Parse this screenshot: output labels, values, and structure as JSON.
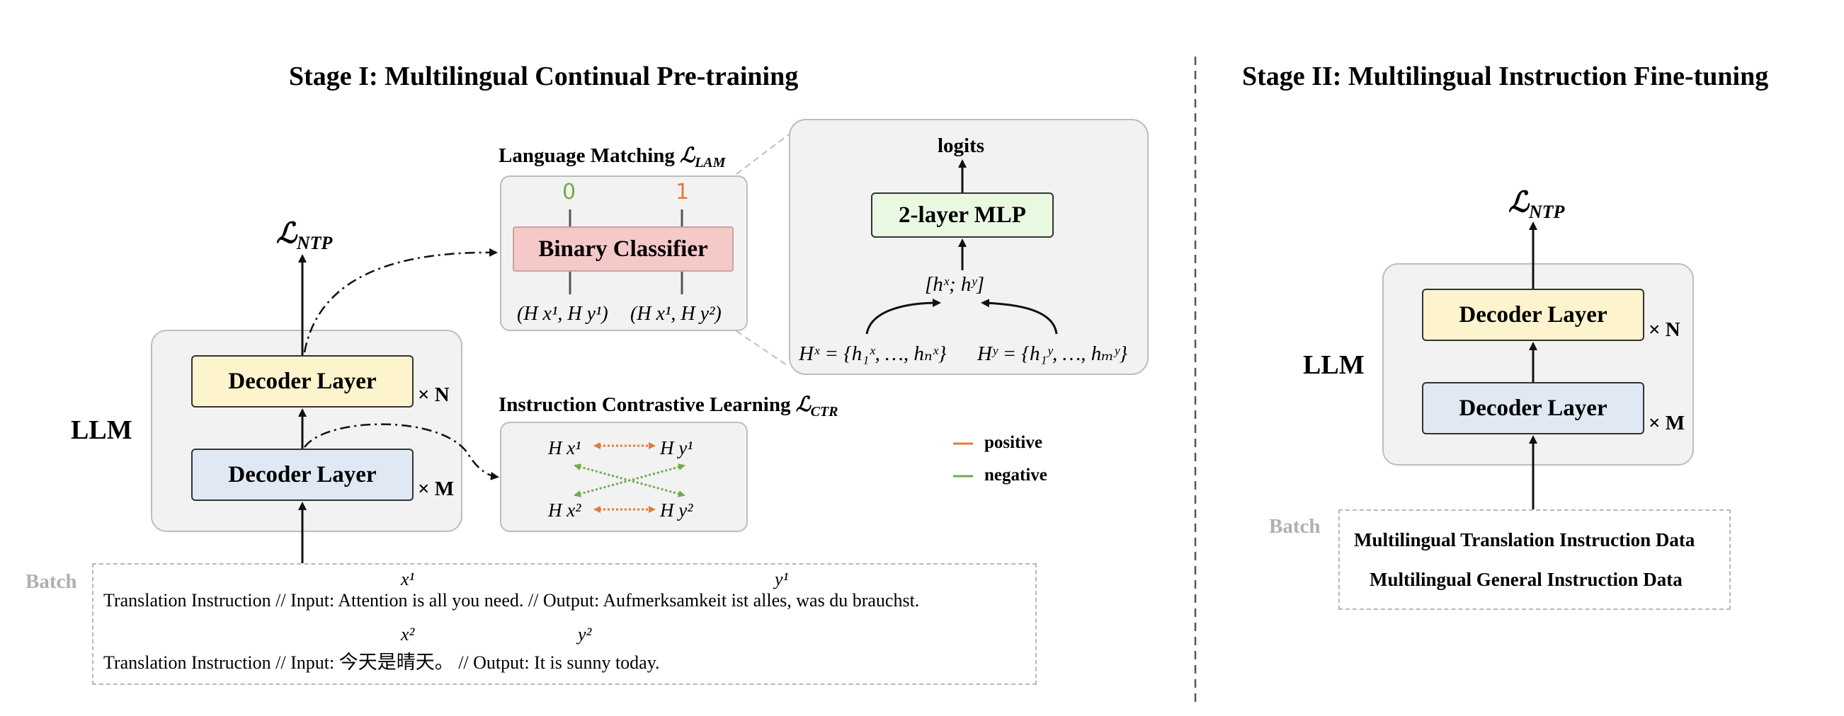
{
  "stage1": {
    "title": "Stage I: Multilingual Continual Pre-training",
    "llm_label": "LLM",
    "loss_ntp": "ℒ",
    "loss_ntp_sub": "NTP",
    "decoder_top": "Decoder Layer",
    "decoder_bottom": "Decoder Layer",
    "times_n": "× N",
    "times_m": "× M",
    "lam_title": "Language Matching ",
    "lam_sub": "LAM",
    "classifier": "Binary Classifier",
    "class0": "0",
    "class1": "1",
    "pair1": "(H x¹, H y¹)",
    "pair2": "(H x¹, H y²)",
    "mlp": "2-layer MLP",
    "logits": "logits",
    "concat": "[hˣ; hʸ]",
    "hx": "Hˣ = {h₁ˣ, …, hₙˣ}",
    "hy": "Hʸ = {h₁ʸ, …, hₘʸ}",
    "ctr_title": "Instruction Contrastive Learning ",
    "ctr_sub": "CTR",
    "hx1": "H x¹",
    "hy1": "H y¹",
    "hx2": "H x²",
    "hy2": "H y²",
    "legend": [
      {
        "label": "positive",
        "color": "#e07b39"
      },
      {
        "label": "negative",
        "color": "#70ad47"
      }
    ],
    "batch_label": "Batch",
    "batch": {
      "line1_pre": "Translation Instruction // Input: Attention is all you need. // Output: Aufmerksamkeit ist alles, was du brauchst.",
      "line2_pre": "Translation Instruction // Input: ",
      "line2_zh": "今天是晴天。",
      "line2_post": " // Output: It is sunny today.",
      "x1": "x¹",
      "y1": "y¹",
      "x2": "x²",
      "y2": "y²"
    }
  },
  "stage2": {
    "title": "Stage II: Multilingual Instruction Fine-tuning",
    "llm_label": "LLM",
    "loss_ntp": "ℒ",
    "loss_ntp_sub": "NTP",
    "decoder_top": "Decoder Layer",
    "decoder_bottom": "Decoder Layer",
    "times_n": "× N",
    "times_m": "× M",
    "batch_label": "Batch",
    "batch_line1": "Multilingual Translation Instruction Data",
    "batch_line2": "Multilingual General Instruction Data"
  },
  "colors": {
    "positive": "#e07b39",
    "negative": "#70ad47",
    "class0": "#70ad47",
    "class1": "#e07b39"
  }
}
